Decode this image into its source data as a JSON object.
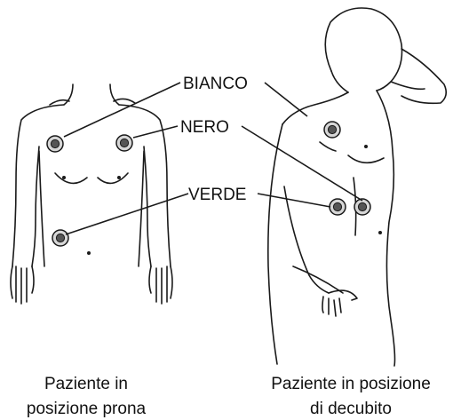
{
  "labels": {
    "white": "BIANCO",
    "black": "NERO",
    "green": "VERDE"
  },
  "captions": {
    "supine_line1": "Paziente in",
    "supine_line2": "posizione prona",
    "side_line1": "Paziente in posizione",
    "side_line2": "di decubito"
  },
  "colors": {
    "line": "#1a1a1a",
    "electrode_outer": "#d6d6d6",
    "electrode_inner": "#555555"
  },
  "icons": [
    "electrode-icon"
  ]
}
